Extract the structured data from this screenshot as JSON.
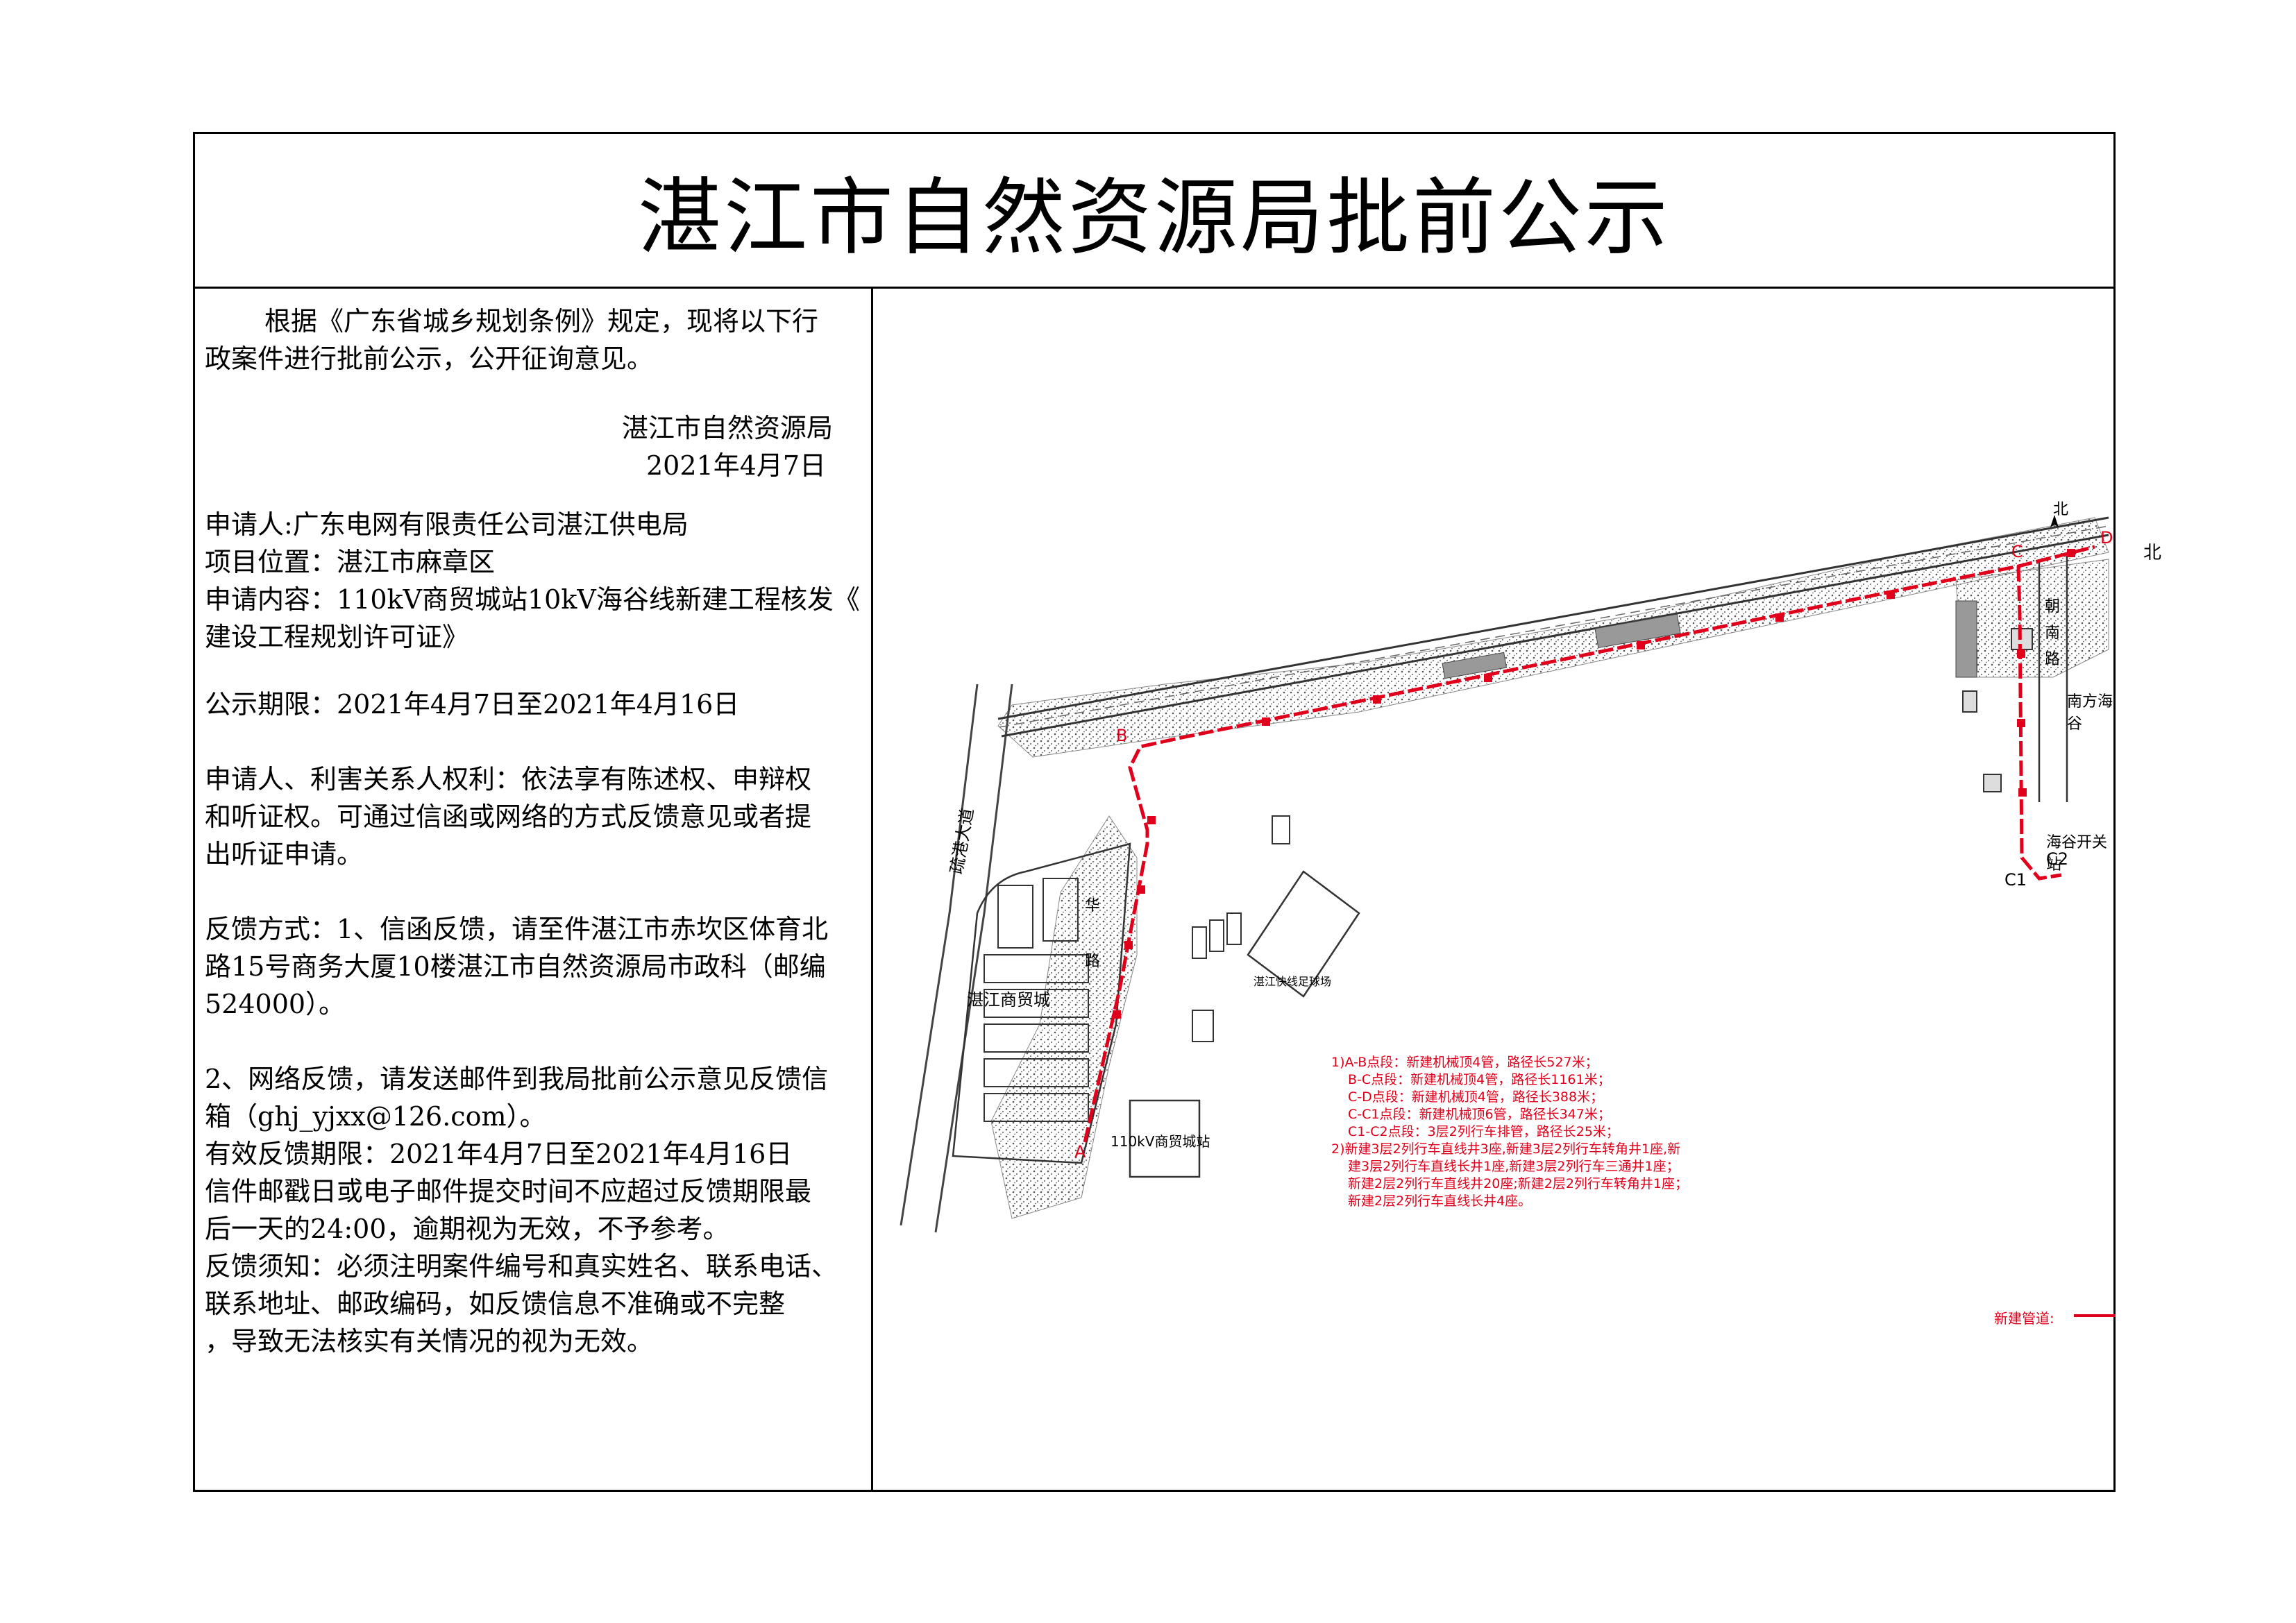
{
  "title": "湛江市自然资源局批前公示",
  "intro": {
    "line1": "根据《广东省城乡规划条例》规定，现将以下行",
    "line2": "政案件进行批前公示，公开征询意见。"
  },
  "issuer": {
    "name": "湛江市自然资源局",
    "date": "2021年4月7日"
  },
  "details": {
    "applicant": "申请人:广东电网有限责任公司湛江供电局",
    "location": "项目位置：湛江市麻章区",
    "content_1": "申请内容：110kV商贸城站10kV海谷线新建工程核发《",
    "content_2": "建设工程规划许可证》"
  },
  "period": "公示期限：2021年4月7日至2021年4月16日",
  "rights": {
    "line1": "申请人、利害关系人权利：依法享有陈述权、申辩权",
    "line2": "和听证权。可通过信函或网络的方式反馈意见或者提",
    "line3": "出听证申请。"
  },
  "feedback": {
    "mail_1": "反馈方式：1、信函反馈，请至件湛江市赤坎区体育北",
    "mail_2": "路15号商务大厦10楼湛江市自然资源局市政科（邮编",
    "mail_3": "524000）。",
    "net_1": "2、网络反馈，请发送邮件到我局批前公示意见反馈信",
    "net_2": "箱（ghj_yjxx@126.com）。",
    "valid_period": "有效反馈期限：2021年4月7日至2021年4月16日",
    "deadline_1": "信件邮戳日或电子邮件提交时间不应超过反馈期限最",
    "deadline_2": "后一天的24:00，逾期视为无效，不予参考。",
    "notice_1": "反馈须知：必须注明案件编号和真实姓名、联系电话、",
    "notice_2": "联系地址、邮政编码，如反馈信息不准确或不完整",
    "notice_3": "，导致无法核实有关情况的视为无效。"
  },
  "map": {
    "north_small": "北",
    "north_large": "北",
    "points": {
      "a": "A",
      "b": "B",
      "c": "C",
      "c1": "C1",
      "c2": "C2",
      "d": "D"
    },
    "labels": {
      "avenue": "疏港大道",
      "mall": "湛江商贸城",
      "substation": "110kV商贸城站",
      "football": "湛江快线足球场",
      "nanfang": "南方海谷",
      "switch_station": "海谷开关站",
      "chaonan_road": "朝南路",
      "lane": "华路"
    },
    "notes": [
      "1)A-B点段：新建机械顶4管，路径长527米；",
      "B-C点段：新建机械顶4管，路径长1161米；",
      "C-D点段：新建机械顶4管，路径长388米；",
      "C-C1点段：新建机械顶6管，路径长347米；",
      "C1-C2点段：3层2列行车排管，路径长25米；",
      "2)新建3层2列行车直线井3座,新建3层2列行车转角井1座,新",
      "建3层2列行车直线长井1座,新建3层2列行车三通井1座；",
      "新建2层2列行车直线井20座;新建2层2列行车转角井1座；",
      "新建2层2列行车直线长井4座。"
    ],
    "legend_label": "新建管道:"
  },
  "colors": {
    "pipeline": "#e0001b",
    "text": "#000000"
  }
}
